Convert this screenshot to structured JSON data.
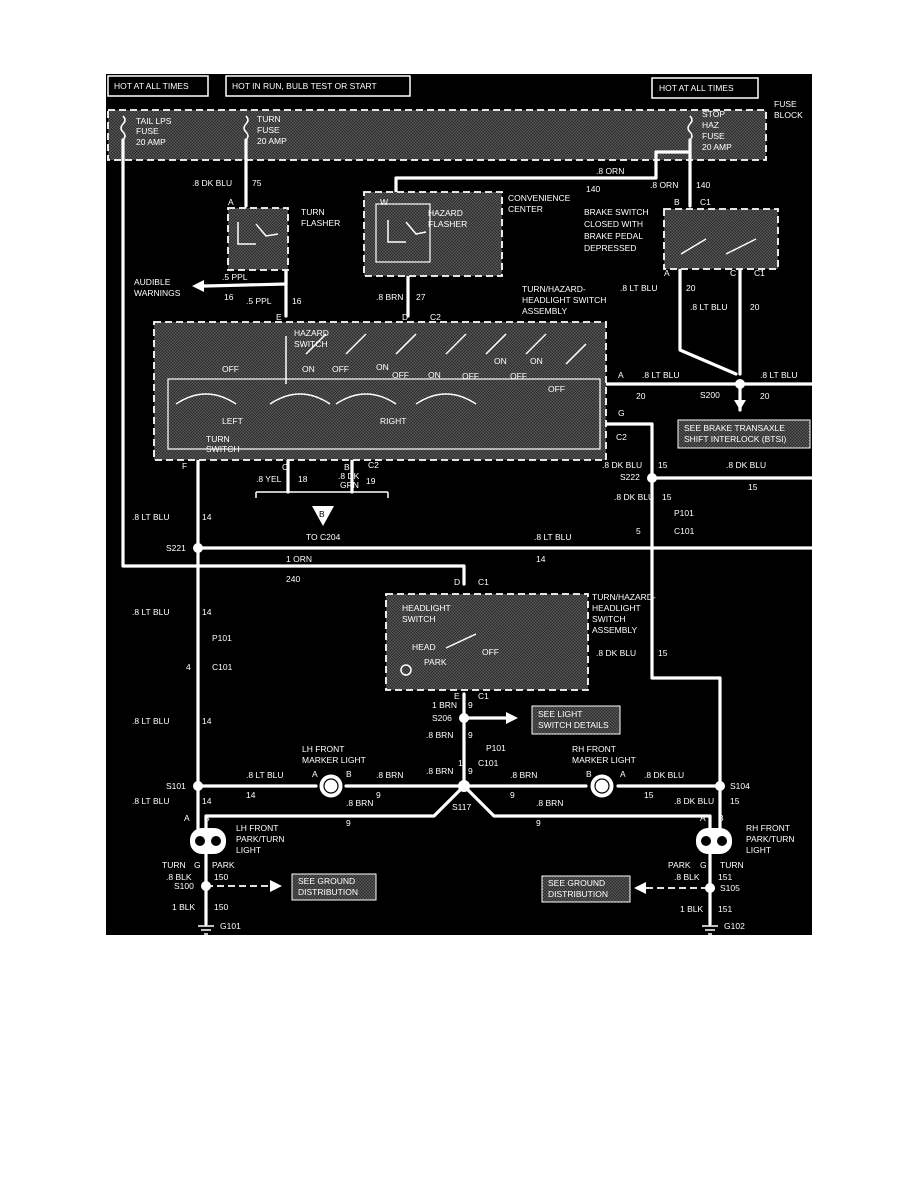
{
  "top_labels": {
    "hot_all_left": "HOT AT ALL TIMES",
    "hot_run": "HOT IN RUN, BULB TEST OR START",
    "hot_all_right": "HOT AT ALL TIMES"
  },
  "fuse_block": {
    "title_1": "FUSE",
    "title_2": "BLOCK",
    "tail_fuse": [
      "TAIL LPS",
      "FUSE",
      "20 AMP"
    ],
    "turn_fuse": [
      "TURN",
      "FUSE",
      "20 AMP"
    ],
    "stop_fuse": [
      "STOP",
      "HAZ",
      "FUSE",
      "20 AMP"
    ]
  },
  "turn_flasher": [
    "TURN",
    "FLASHER"
  ],
  "hazard_flasher": [
    "HAZARD",
    "FLASHER"
  ],
  "convenience_center": [
    "CONVENIENCE",
    "CENTER"
  ],
  "brake_switch": [
    "BRAKE SWITCH",
    "CLOSED WITH",
    "BRAKE PEDAL",
    "DEPRESSED"
  ],
  "audible_warnings": [
    "AUDIBLE",
    "WARNINGS"
  ],
  "turn_hazard_assembly_top": [
    "TURN/HAZARD-",
    "HEADLIGHT SWITCH",
    "ASSEMBLY"
  ],
  "hazard_switch": [
    "HAZARD",
    "SWITCH"
  ],
  "turn_switch": [
    "TURN",
    "SWITCH"
  ],
  "switch_words": {
    "off": "OFF",
    "on": "ON",
    "left": "LEFT",
    "right": "RIGHT"
  },
  "to_c204": "TO C204",
  "triangle_letter": "B",
  "brake_transaxle": [
    "SEE BRAKE TRANSAXLE",
    "SHIFT INTERLOCK (BTSI)"
  ],
  "headlight_assembly": [
    "TURN/HAZARD-",
    "HEADLIGHT",
    "SWITCH",
    "ASSEMBLY"
  ],
  "headlight_switch": [
    "HEADLIGHT",
    "SWITCH"
  ],
  "headlight_words": {
    "head": "HEAD",
    "park": "PARK",
    "off": "OFF"
  },
  "see_light_switch": [
    "SEE LIGHT",
    "SWITCH DETAILS"
  ],
  "lh_marker": [
    "LH FRONT",
    "MARKER LIGHT"
  ],
  "rh_marker": [
    "RH FRONT",
    "MARKER LIGHT"
  ],
  "lh_park_turn": [
    "LH FRONT",
    "PARK/TURN",
    "LIGHT"
  ],
  "rh_park_turn": [
    "RH FRONT",
    "PARK/TURN",
    "LIGHT"
  ],
  "see_ground_left": [
    "SEE GROUND",
    "DISTRIBUTION"
  ],
  "see_ground_right": [
    "SEE GROUND",
    "DISTRIBUTION"
  ],
  "lamp_words": {
    "turn": "TURN",
    "park": "PARK",
    "g": "G"
  },
  "wires": {
    "dk_blu_75": ".8 DK BLU",
    "n75": "75",
    "orn_140a": ".8 ORN",
    "n140a": "140",
    "orn_140b": ".8 ORN",
    "n140b": "140",
    "ppl_16a": ".5 PPL",
    "n16a": "16",
    "ppl_16b": ".5 PPL",
    "n16b": "16",
    "brn_27": ".8 BRN",
    "n27": "27",
    "ltblu_20a": ".8 LT BLU",
    "n20a": "20",
    "ltblu_20b": ".8 LT BLU",
    "n20b": "20",
    "ltblu_20c": ".8 LT BLU",
    "n20c": "20",
    "ltblu_20d": ".8 LT BLU",
    "n20d": "20",
    "n20e": "20",
    "dkblu_15a": ".8 DK BLU",
    "n15a": "15",
    "dkblu_15b": ".8 DK BLU",
    "n15b": "15",
    "dkblu_15c": ".8 DK BLU",
    "n15c": "15",
    "dkblu_15d": ".8 DK BLU",
    "n15d": "15",
    "dkblu_15e": ".8 DK BLU",
    "n15e": "15",
    "dkblu_15f": ".8 DK BLU",
    "n15f": "15",
    "yel_18": ".8 YEL",
    "n18": "18",
    "dkgrn_19a": ".8 DK",
    "dkgrn_19b": "GRN",
    "n19": "19",
    "ltblu_14a": ".8 LT BLU",
    "n14a": "14",
    "ltblu_14b": ".8 LT BLU",
    "n14b": "14",
    "ltblu_14c": ".8 LT BLU",
    "n14c": "14",
    "ltblu_14d": ".8 LT BLU",
    "n14d": "14",
    "ltblu_14e": ".8 LT BLU",
    "n14e": "14",
    "ltblu_14f": ".8 LT BLU",
    "n14f": "14",
    "n14g": "14",
    "orn_240": "1 ORN",
    "n240": "240",
    "brn_9a": "1 BRN",
    "n9a": "9",
    "brn_9b": ".8 BRN",
    "n9b": "9",
    "brn_9c": ".8 BRN",
    "n9c": "9",
    "brn_9d": ".8 BRN",
    "n9d": "9",
    "brn_9e": ".8 BRN",
    "n9e": "9",
    "brn_9f": ".8 BRN",
    "n9f": "9",
    "brn_9g": ".8 BRN",
    "n9g": "9",
    "n9h": "9",
    "n9i": "9",
    "blk_150a": ".8 BLK",
    "n150a": "150",
    "blk_150b": "1 BLK",
    "n150b": "150",
    "blk_151a": ".8 BLK",
    "n151a": "151",
    "blk_151b": "1 BLK",
    "n151b": "151"
  },
  "connectors": {
    "A": "A",
    "B": "B",
    "C": "C",
    "D": "D",
    "E": "E",
    "F": "F",
    "G": "G",
    "W": "W",
    "C1": "C1",
    "C2": "C2",
    "P101": "P101",
    "C101": "C101",
    "n4": "4",
    "n5": "5",
    "n1": "1"
  },
  "splices": {
    "S200": "S200",
    "S222": "S222",
    "S221": "S221",
    "S206": "S206",
    "S101": "S101",
    "S104": "S104",
    "S117": "S117",
    "S100": "S100",
    "S105": "S105"
  },
  "grounds": {
    "G101": "G101",
    "G102": "G102"
  }
}
